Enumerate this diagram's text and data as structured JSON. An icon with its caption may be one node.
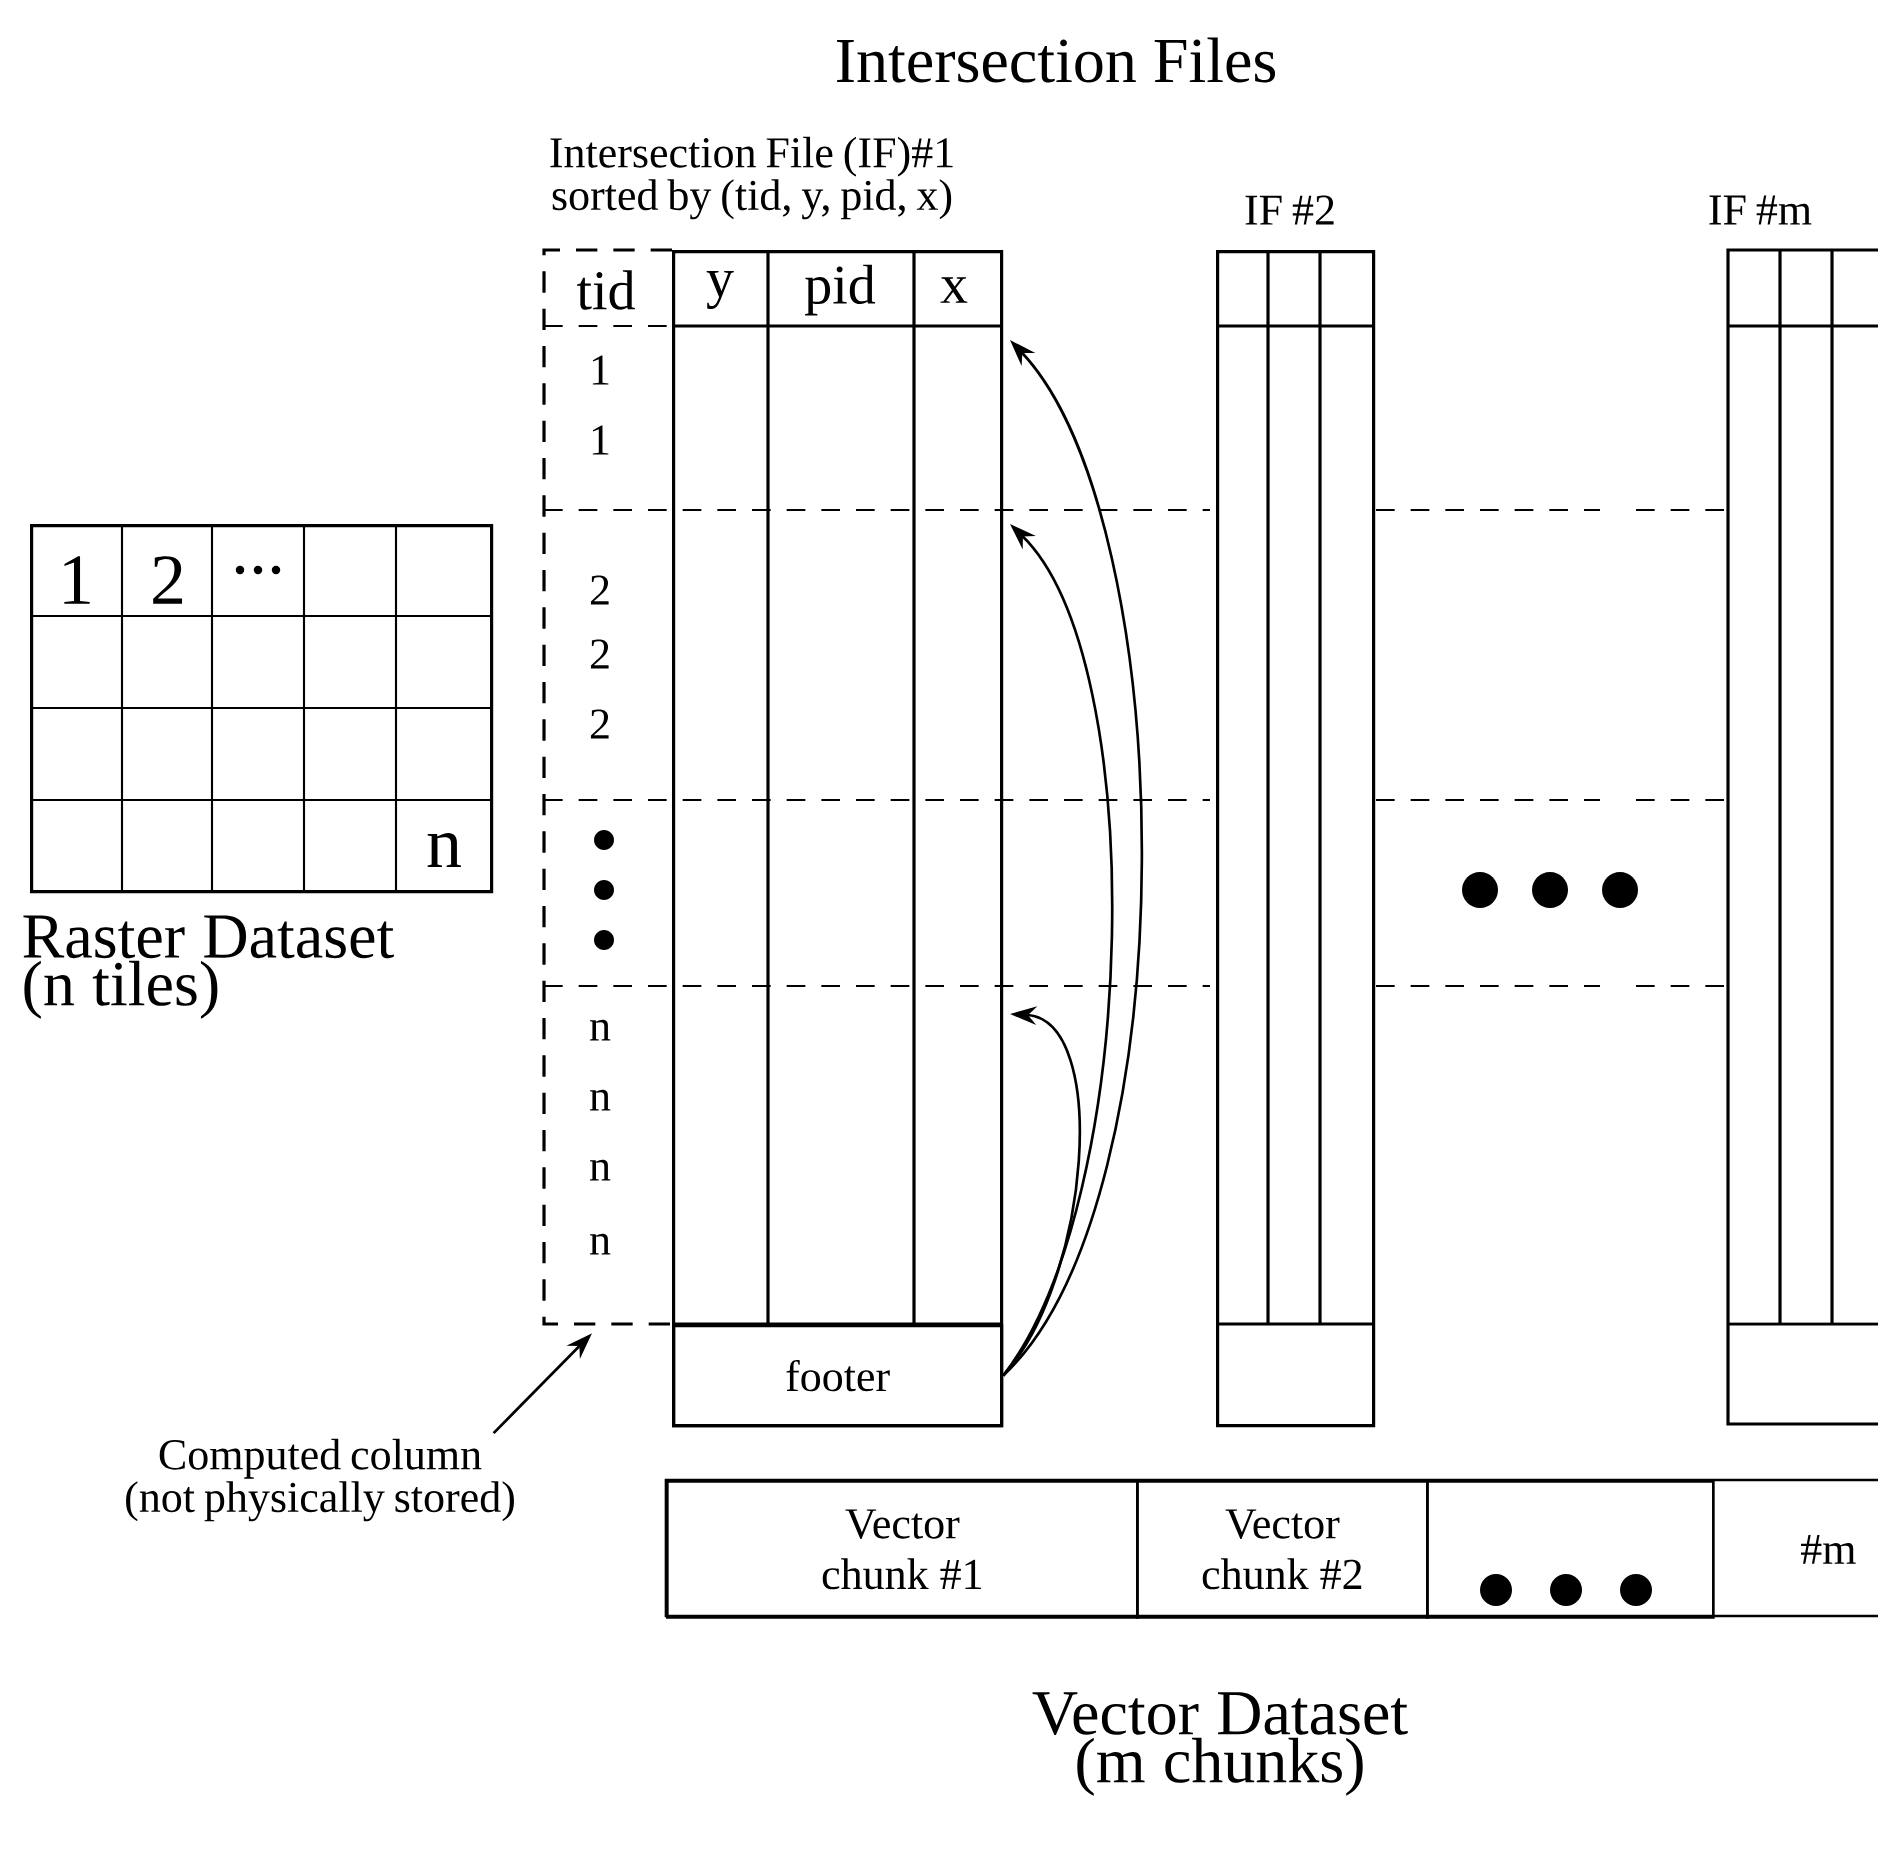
{
  "diagram": {
    "title": "Intersection Files",
    "nodes": [
      {
        "text": [
          "Intersection File (IF)#1 sorted by (tid, y, pid, x)"
        ]
      },
      {
        "text": [
          "footer"
        ],
        "in": 0
      },
      {
        "text": [
          "tid",
          "1",
          "1",
          "2",
          "2",
          "2",
          "n",
          "n",
          "n",
          "n"
        ]
      },
      {
        "text": [
          "IF #2"
        ]
      },
      {
        "text": [
          "IF #m"
        ]
      },
      {
        "text": [
          "1",
          "2",
          "...",
          "n"
        ],
        "beside": [
          "Raster Dataset (n tiles)"
        ]
      },
      {
        "text": [
          "Computed column (not physically stored)"
        ]
      },
      {
        "text": [],
        "shape": "box",
        "beside": [
          "Vector Dataset (m chunks)"
        ]
      },
      {
        "text": [
          "Vector chunk #1"
        ],
        "in": 7
      },
      {
        "text": [
          "Vector chunk #2"
        ],
        "in": 7
      },
      {
        "text": [],
        "shape": "box",
        "in": 7
      },
      {
        "text": [
          "#m"
        ],
        "in": 7
      }
    ],
    "edges": [
      {
        "from": 6,
        "to": 2,
        "arrow": "to"
      },
      {
        "from": 1,
        "to": null,
        "arrow": "to"
      },
      {
        "from": 1,
        "to": null,
        "arrow": "to"
      },
      {
        "from": 1,
        "to": null,
        "arrow": "to"
      }
    ],
    "labels": [
      "y",
      "pid",
      "x"
    ]
  }
}
